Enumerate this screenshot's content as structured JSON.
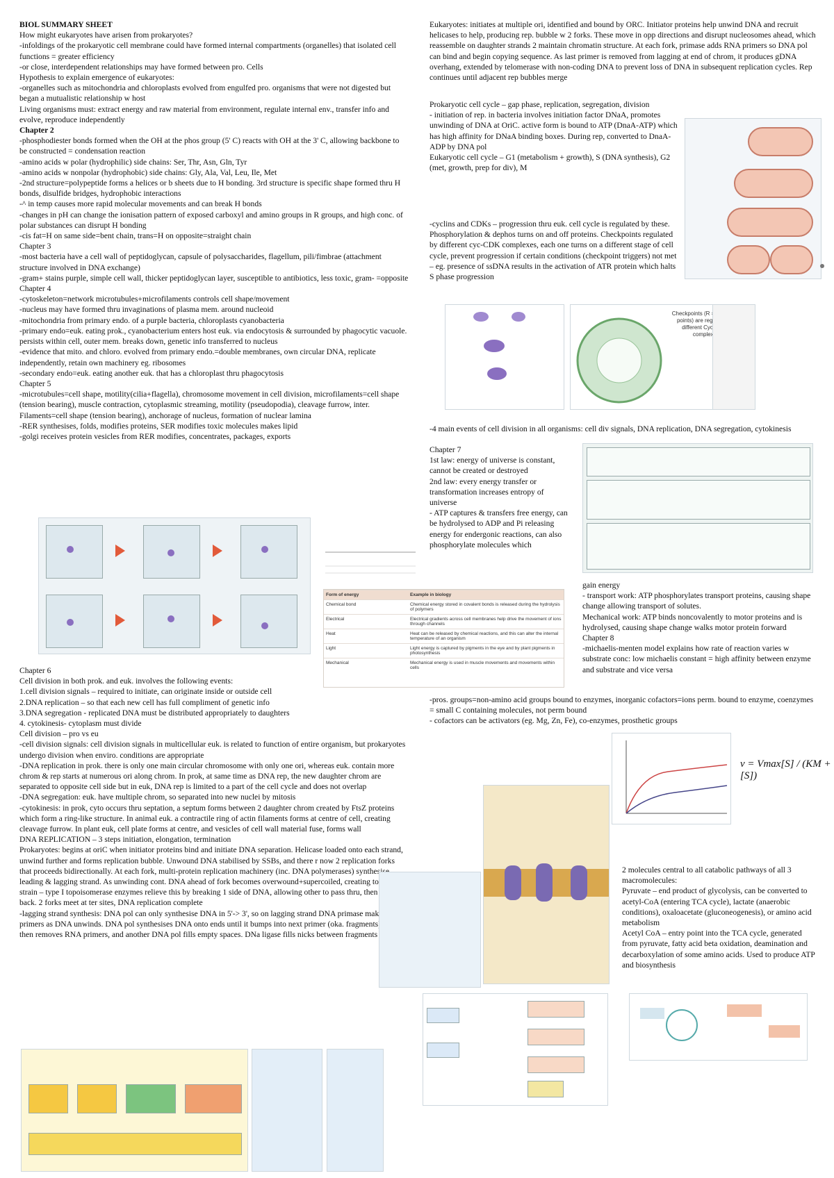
{
  "left_top": [
    {
      "t": "BIOL SUMMARY SHEET",
      "h": true
    },
    {
      "t": "How might eukaryotes have arisen from prokaryotes?"
    },
    {
      "t": "-infoldings of the prokaryotic cell membrane could have formed internal compartments (organelles) that isolated cell functions = greater efficiency"
    },
    {
      "t": "-or close, interdependent relationships may have formed between pro. Cells"
    },
    {
      "t": "Hypothesis to explain emergence of eukaryotes:"
    },
    {
      "t": "-organelles such as mitochondria and chloroplasts evolved from engulfed pro. organisms that were not digested but began a mutualistic relationship w host"
    },
    {
      "t": "Living organisms must: extract energy and raw material from environment, regulate internal env., transfer info and evolve, reproduce independently"
    },
    {
      "t": "Chapter 2",
      "h": true
    },
    {
      "t": "-phosphodiester bonds formed when the OH at the phos group (5' C) reacts with OH at the 3' C, allowing backbone to be constructed = condensation reaction"
    },
    {
      "t": "-amino acids w polar (hydrophilic) side chains: Ser, Thr, Asn, Gln, Tyr"
    },
    {
      "t": "-amino acids w nonpolar (hydrophobic) side chains: Gly, Ala, Val, Leu, Ile, Met"
    },
    {
      "t": "-2nd structure=polypeptide forms a helices or b sheets due to H bonding. 3rd structure is specific shape formed thru H bonds, disulfide bridges, hydrophobic interactions"
    },
    {
      "t": "-^ in temp causes more rapid molecular movements and can break H bonds"
    },
    {
      "t": "-changes in pH can change the ionisation pattern of exposed carboxyl and amino groups in R groups, and high conc. of polar substances can disrupt H bonding"
    },
    {
      "t": "-cis fat=H on same side=bent chain, trans=H on opposite=straight chain"
    },
    {
      "t": "Chapter 3"
    },
    {
      "t": "-most bacteria have a cell wall of peptidoglycan, capsule of polysaccharides, flagellum, pili/fimbrae (attachment structure involved in DNA exchange)"
    },
    {
      "t": "-gram+ stains purple, simple cell wall, thicker peptidoglycan layer, susceptible to antibiotics, less toxic, gram- =opposite"
    },
    {
      "t": "Chapter 4"
    },
    {
      "t": "-cytoskeleton=network microtubules+microfilaments controls cell shape/movement"
    },
    {
      "t": "-nucleus may have formed thru invaginations of plasma mem. around nucleoid"
    },
    {
      "t": "-mitochondria from primary endo. of a purple bacteria, chloroplasts cyanobacteria"
    },
    {
      "t": "-primary endo=euk. eating prok., cyanobacterium enters host euk. via endocytosis & surrounded by phagocytic vacuole. persists within cell, outer mem. breaks down, genetic info transferred to nucleus"
    },
    {
      "t": "-evidence that mito. and chloro. evolved from primary endo.=double membranes, own circular DNA, replicate independently, retain own machinery eg. ribosomes"
    },
    {
      "t": "-secondary endo=euk. eating another euk. that has a chloroplast thru phagocytosis"
    },
    {
      "t": "Chapter 5"
    },
    {
      "t": "-microtubules=cell shape, motility(cilia+flagella), chromosome movement in cell division, microfilaments=cell shape (tension bearing), muscle contraction, cytoplasmic streaming, motility (pseudopodia), cleavage furrow, inter. Filaments=cell shape (tension bearing), anchorage of nucleus, formation of nuclear lamina"
    },
    {
      "t": "-RER synthesises, folds, modifies proteins, SER modifies toxic molecules makes lipid"
    },
    {
      "t": "-golgi receives protein vesicles from RER modifies, concentrates, packages, exports"
    }
  ],
  "left_bottom": [
    {
      "t": "Chapter 6"
    },
    {
      "t": "Cell division in both prok. and euk. involves the following events:"
    },
    {
      "t": "1.cell division signals – required to initiate, can originate inside or outside cell"
    },
    {
      "t": "2.DNA replication – so that each new cell has full compliment of genetic info"
    },
    {
      "t": "3.DNA segregation - replicated DNA must be distributed appropriately to daughters"
    },
    {
      "t": "4. cytokinesis- cytoplasm must divide"
    },
    {
      "t": "Cell division – pro vs eu"
    },
    {
      "t": "-cell division signals: cell division signals in multicellular euk. is related to function of entire organism, but prokaryotes undergo division when enviro. conditions are appropriate"
    },
    {
      "t": "-DNA replication in prok. there is only one main circular chromosome with only one ori, whereas euk. contain more chrom & rep starts at numerous ori along chrom. In prok, at same time as DNA rep, the new daughter chrom are separated to opposite cell side but in euk, DNA rep is limited to a part of the cell cycle and does not overlap"
    },
    {
      "t": "-DNA segregation: euk. have multiple chrom, so separated into new nuclei by mitosis"
    },
    {
      "t": "-cytokinesis: in prok, cyto occurs thru septation, a septum forms between 2 daughter chrom created by FtsZ proteins which form a ring-like structure. In animal euk. a contractile ring of actin filaments forms at centre of cell, creating cleavage furrow. In plant euk, cell plate forms at centre, and vesicles of cell wall material fuse, forms wall"
    },
    {
      "t": "DNA REPLICATION – 3 steps initiation, elongation, termination"
    },
    {
      "t": "Prokaryotes: begins at oriC when initiator proteins bind and initiate DNA separation. Helicase loaded onto each strand, unwind further and forms replication bubble. Unwound DNA stabilised by SSBs, and there r now 2 replication forks that proceeds bidirectionally. At each fork, multi-protein replication machinery (inc. DNA polymerases) synthesise leading & lagging strand. As unwinding cont. DNA ahead of fork becomes overwound+supercoiled, creating torsional strain – type I topoisomerase enzymes relieve this by breaking 1 side of DNA, allowing other to pass thru, then ligates it back. 2 forks meet at ter sites, DNA replication complete"
    },
    {
      "t": "-lagging strand synthesis: DNA pol can only synthesise DNA in 5'-> 3', so on lagging strand DNA primase makes RNA primers as DNA unwinds. DNA pol synthesises DNA onto ends until it bumps into next primer (oka. fragments) RNase then removes RNA primers, and another DNA pol fills empty spaces. DNa ligase fills nicks between fragments"
    }
  ],
  "right_top": [
    {
      "t": "Eukaryotes: initiates at multiple ori, identified and bound by ORC. Initiator proteins help unwind DNA and recruit helicases to help, producing rep. bubble w 2 forks. These move in opp directions and disrupt nucleosomes ahead, which reassemble on daughter strands 2 maintain chromatin structure. At each fork, primase adds RNA primers so DNA pol can bind and begin copying sequence. As last primer is removed from lagging at end of chrom, it produces gDNA overhang, extended by telomerase with non-coding DNA to prevent loss of DNA in subsequent replication cycles. Rep continues until adjacent rep bubbles merge"
    }
  ],
  "right_cycle": [
    {
      "t": "Prokaryotic cell cycle – gap phase, replication, segregation, division"
    },
    {
      "t": "- initiation of rep. in bacteria involves initiation factor DNaA, promotes unwinding of DNA at OriC. active form is bound to ATP (DnaA-ATP) which has high affinity for DNaA binding boxes. During rep, converted to DnaA-ADP by DNA pol"
    },
    {
      "t": "Eukaryotic cell cycle – G1 (metabolism + growth), S (DNA synthesis), G2 (met, growth, prep for div), M"
    }
  ],
  "right_cyclin": [
    {
      "t": "-cyclins and CDKs – progression thru euk. cell cycle is regulated by these. Phosphorylation & dephos turns on and off proteins. Checkpoints regulated by different cyc-CDK complexes, each one turns on a different stage of cell cycle, prevent progression if certain conditions (checkpoint triggers) not met – eg. presence of ssDNA results in the activation of ATR protein which halts S phase progression"
    }
  ],
  "right_events": [
    {
      "t": "-4 main events of cell division in all organisms: cell div signals, DNA replication, DNA segregation, cytokinesis"
    }
  ],
  "right_ch7": [
    {
      "t": "Chapter 7"
    },
    {
      "t": "1st law: energy of universe is constant, cannot be created or destroyed"
    },
    {
      "t": "2nd law: every energy transfer or transformation increases entropy of universe"
    },
    {
      "t": "- ATP captures & transfers free energy, can be hydrolysed to ADP and Pi releasing energy for endergonic reactions, can also phosphorylate molecules which"
    }
  ],
  "right_ch7b": [
    {
      "t": "gain energy"
    },
    {
      "t": "- transport work: ATP phosphorylates transport proteins, causing shape change allowing transport of solutes."
    },
    {
      "t": "Mechanical work: ATP binds noncovalently to motor proteins and is hydrolysed, causing shape change walks motor protein forward"
    },
    {
      "t": "Chapter 8"
    },
    {
      "t": "-michaelis-menten model explains how rate of reaction varies w substrate conc: low michaelis constant = high affinity between enzyme and substrate and vice versa"
    }
  ],
  "right_groups": [
    {
      "t": "-pros. groups=non-amino acid groups bound to enzymes, inorganic cofactors=ions perm. bound to enzyme, coenzymes = small C containing molecules, not perm bound"
    },
    {
      "t": "- cofactors can be activators (eg. Mg, Zn, Fe), co-enzymes, prosthetic groups"
    }
  ],
  "right_catabolic": [
    {
      "t": "2 molecules central to all catabolic pathways of all 3 macromolecules:"
    },
    {
      "t": "Pyruvate – end product of glycolysis, can be converted to acetyl-CoA (entering TCA cycle), lactate (anaerobic conditions), oxaloacetate (gluconeogenesis), or amino acid metabolism"
    },
    {
      "t": "Acetyl CoA – entry point into the TCA cycle, generated from pyruvate, fatty acid beta oxidation, deamination and decarboxylation of some amino acids. Used to produce ATP and biosynthesis"
    }
  ],
  "mm_equation": "v = Vmax[S] / (KM + [S])",
  "energy_table": {
    "headers": [
      "Form of energy",
      "Example in biology"
    ],
    "rows": [
      [
        "Chemical bond",
        "Chemical energy stored in covalent bonds is released during the hydrolysis of polymers"
      ],
      [
        "Electrical",
        "Electrical gradients across cell membranes help drive the movement of ions through channels"
      ],
      [
        "Heat",
        "Heat can be released by chemical reactions, and this can alter the internal temperature of an organism"
      ],
      [
        "Light",
        "Light energy is captured by pigments in the eye and by plant pigments in photosynthesis"
      ],
      [
        "Mechanical",
        "Mechanical energy is used in muscle movements and movements within cells"
      ]
    ]
  },
  "figures": {
    "checkpoints_label": "Checkpoints (R = restriction points) are regulated by different Cyclin-Cdk complexes",
    "accent": "#e25a3a"
  }
}
